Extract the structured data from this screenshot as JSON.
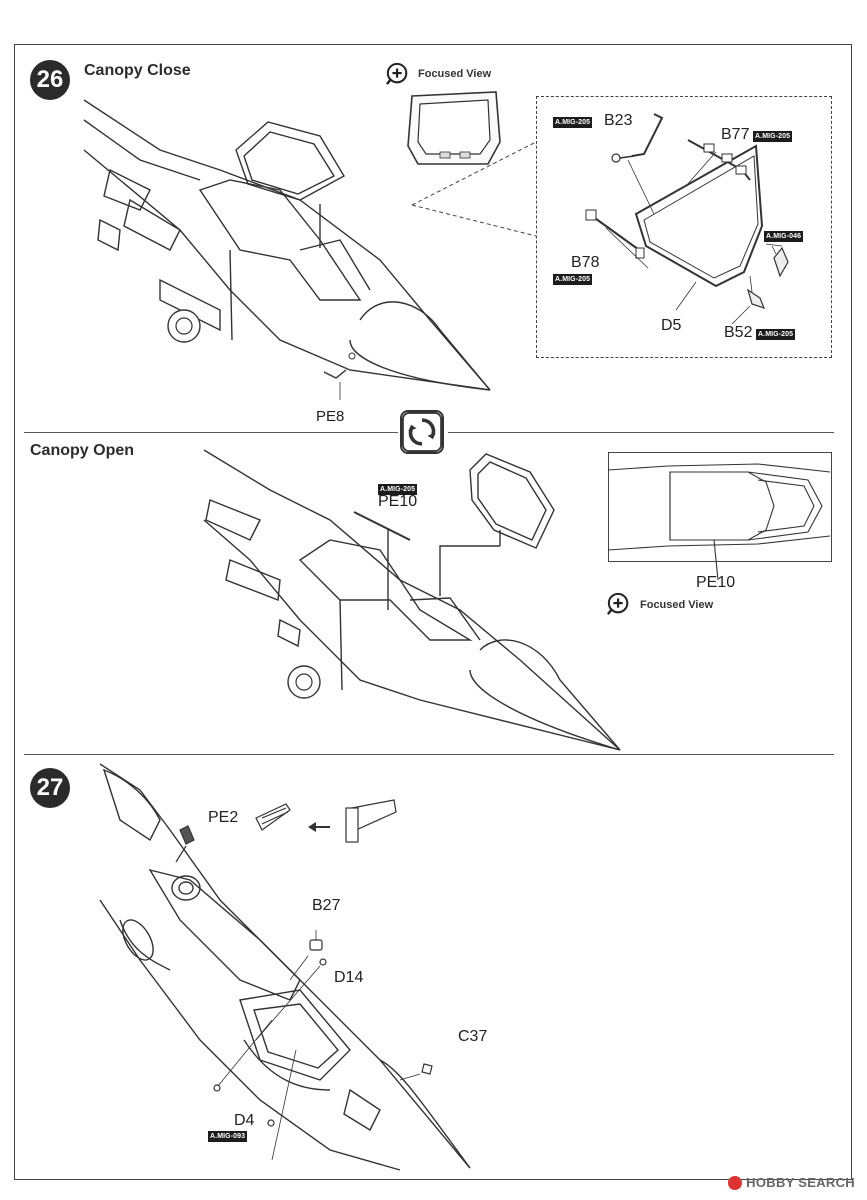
{
  "steps": {
    "step26": {
      "number": "26",
      "title": "Canopy Close",
      "focused_view_label": "Focused View",
      "parts": {
        "b23": "B23",
        "b77": "B77",
        "b78": "B78",
        "d5": "D5",
        "b52": "B52",
        "pe8": "PE8"
      },
      "paint_codes": {
        "b23": "A.MIG-205",
        "b77": "A.MIG-205",
        "b78": "A.MIG-205",
        "right_rail": "A.MIG-046",
        "b52": "A.MIG-205"
      }
    },
    "canopy_open": {
      "title": "Canopy Open",
      "focused_view_label": "Focused View",
      "parts": {
        "pe10_main": "PE10",
        "pe10_inset": "PE10"
      },
      "paint_codes": {
        "pe10": "A.MIG-205"
      }
    },
    "step27": {
      "number": "27",
      "parts": {
        "pe2": "PE2",
        "b27": "B27",
        "d14": "D14",
        "c37": "C37",
        "d4": "D4"
      },
      "paint_codes": {
        "d4": "A.MIG-093"
      }
    }
  },
  "icons": {
    "focused_view": "magnify-plus-icon",
    "rotate": "rotate-arrows-icon",
    "arrow": "arrow-left-icon"
  },
  "watermark": {
    "text": "HOBBY SEARCH"
  }
}
